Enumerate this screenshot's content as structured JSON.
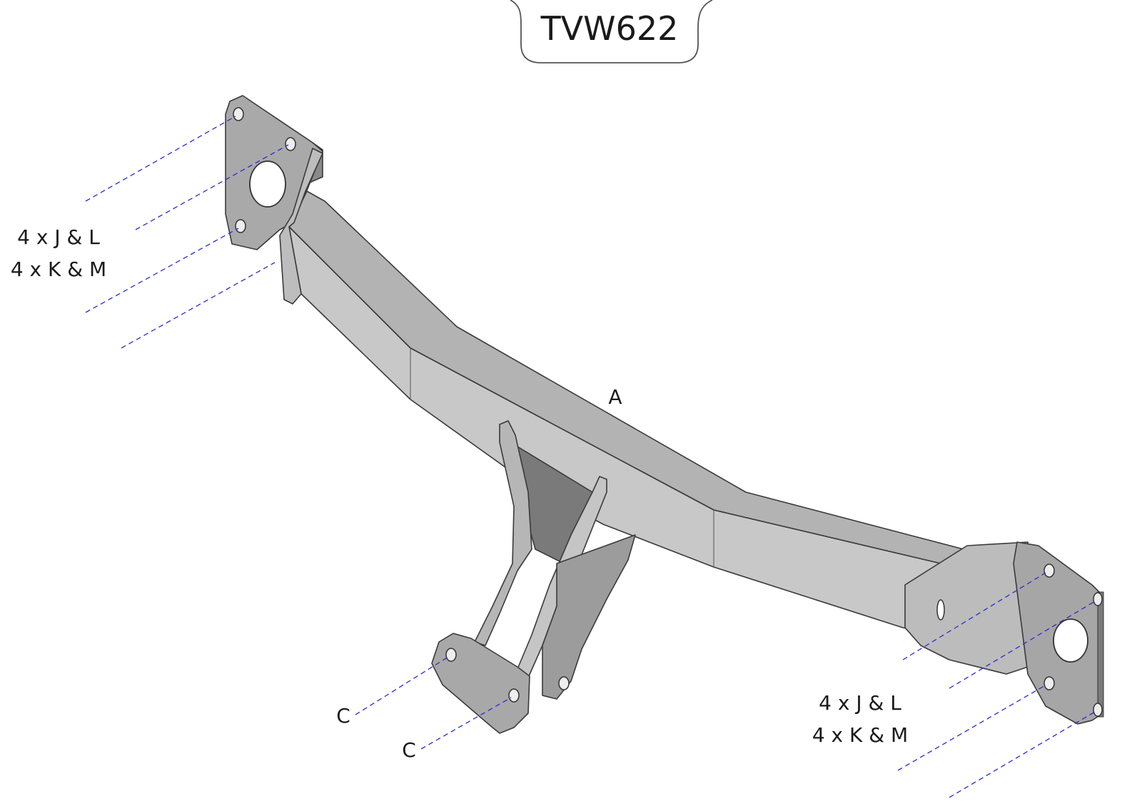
{
  "title": "TVW622",
  "labels": {
    "main_bar": "A",
    "left_fixing_line1": "4 x J & L",
    "left_fixing_line2": "4 x K & M",
    "right_fixing_line1": "4 x J & L",
    "right_fixing_line2": "4 x K & M",
    "centre_fixing_upper": "C",
    "centre_fixing_lower": "C"
  },
  "colors": {
    "metal_light": "#c9c9c9",
    "metal_mid": "#ababab",
    "metal_dark": "#868686",
    "leader_line": "#2b2bd0"
  }
}
